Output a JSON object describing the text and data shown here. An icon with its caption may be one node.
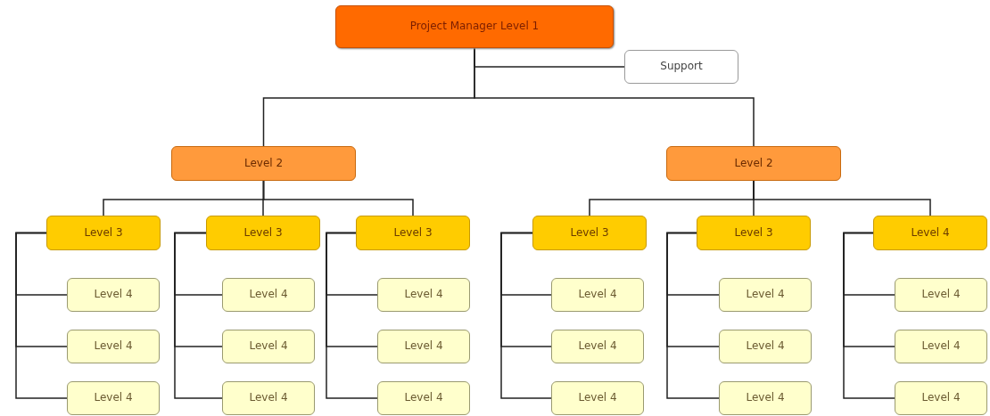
{
  "diagram": {
    "nodes": [
      {
        "text": [
          "Project Manager Level 1"
        ]
      },
      {
        "text": [
          "Support"
        ]
      },
      {
        "text": [
          "Level 2"
        ]
      },
      {
        "text": [
          "Level 2"
        ]
      },
      {
        "text": [
          "Level 3"
        ]
      },
      {
        "text": [
          "Level 4"
        ]
      },
      {
        "text": [
          "Level 4"
        ]
      },
      {
        "text": [
          "Level 4"
        ]
      },
      {
        "text": [
          "Level 3"
        ]
      },
      {
        "text": [
          "Level 4"
        ]
      },
      {
        "text": [
          "Level 4"
        ]
      },
      {
        "text": [
          "Level 4"
        ]
      },
      {
        "text": [
          "Level 3"
        ]
      },
      {
        "text": [
          "Level 4"
        ]
      },
      {
        "text": [
          "Level 4"
        ]
      },
      {
        "text": [
          "Level 4"
        ]
      },
      {
        "text": [
          "Level 3"
        ]
      },
      {
        "text": [
          "Level 4"
        ]
      },
      {
        "text": [
          "Level 4"
        ]
      },
      {
        "text": [
          "Level 4"
        ]
      },
      {
        "text": [
          "Level 3"
        ]
      },
      {
        "text": [
          "Level 4"
        ]
      },
      {
        "text": [
          "Level 4"
        ]
      },
      {
        "text": [
          "Level 4"
        ]
      },
      {
        "text": [
          "Level 4"
        ]
      },
      {
        "text": [
          "Level 4"
        ]
      },
      {
        "text": [
          "Level 4"
        ]
      },
      {
        "text": [
          "Level 4"
        ]
      }
    ],
    "edges": [
      {
        "from": 0,
        "to": 1,
        "arrow": "none"
      },
      {
        "from": 0,
        "to": 2,
        "arrow": "none"
      },
      {
        "from": 0,
        "to": 3,
        "arrow": "none"
      },
      {
        "from": 2,
        "to": 4,
        "arrow": "none"
      },
      {
        "from": 2,
        "to": 8,
        "arrow": "none"
      },
      {
        "from": 2,
        "to": 12,
        "arrow": "none"
      },
      {
        "from": 3,
        "to": 16,
        "arrow": "none"
      },
      {
        "from": 3,
        "to": 20,
        "arrow": "none"
      },
      {
        "from": 3,
        "to": 24,
        "arrow": "none"
      },
      {
        "from": 4,
        "to": 5,
        "arrow": "none"
      },
      {
        "from": 4,
        "to": 6,
        "arrow": "none"
      },
      {
        "from": 4,
        "to": 7,
        "arrow": "none"
      },
      {
        "from": 8,
        "to": 9,
        "arrow": "none"
      },
      {
        "from": 8,
        "to": 10,
        "arrow": "none"
      },
      {
        "from": 8,
        "to": 11,
        "arrow": "none"
      },
      {
        "from": 12,
        "to": 13,
        "arrow": "none"
      },
      {
        "from": 12,
        "to": 14,
        "arrow": "none"
      },
      {
        "from": 12,
        "to": 15,
        "arrow": "none"
      },
      {
        "from": 16,
        "to": 17,
        "arrow": "none"
      },
      {
        "from": 16,
        "to": 18,
        "arrow": "none"
      },
      {
        "from": 16,
        "to": 19,
        "arrow": "none"
      },
      {
        "from": 20,
        "to": 21,
        "arrow": "none"
      },
      {
        "from": 20,
        "to": 22,
        "arrow": "none"
      },
      {
        "from": 20,
        "to": 23,
        "arrow": "none"
      },
      {
        "from": 24,
        "to": 25,
        "arrow": "none"
      },
      {
        "from": 24,
        "to": 26,
        "arrow": "none"
      },
      {
        "from": 24,
        "to": 27,
        "arrow": "none"
      }
    ]
  }
}
